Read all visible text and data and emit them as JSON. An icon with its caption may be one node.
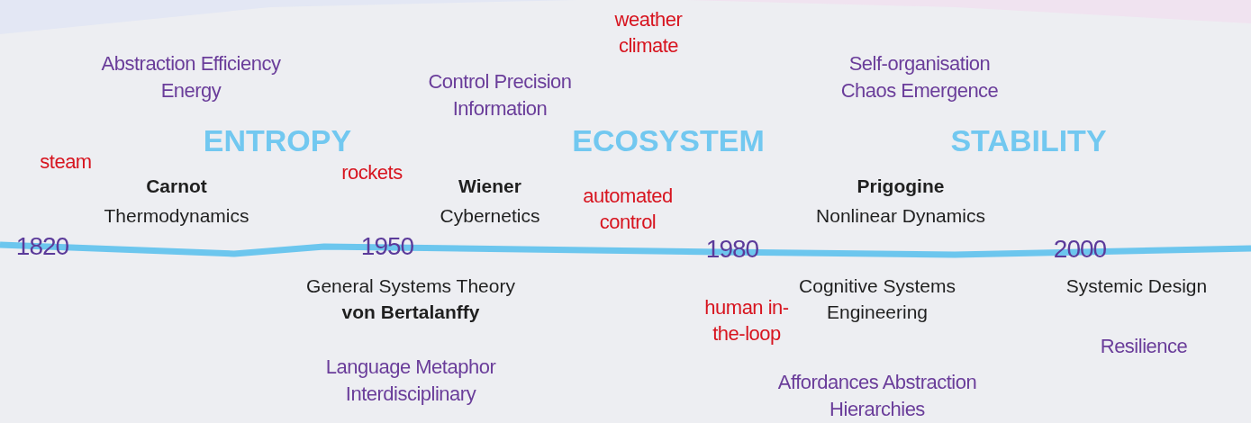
{
  "diagram": {
    "labels": [
      "weather climate",
      "Abstraction Efficiency Energy",
      "Control Precision Information",
      "Self-organisation Chaos Emergence",
      "ENTROPY",
      "ECOSYSTEM",
      "STABILITY",
      "steam",
      "rockets",
      "Carnot",
      "Wiener",
      "Prigogine",
      "automated control",
      "Thermodynamics",
      "Cybernetics",
      "Nonlinear Dynamics",
      "1820",
      "1950",
      "1980",
      "2000",
      "General Systems Theory",
      "Cognitive Systems Engineering",
      "Systemic Design",
      "von Bertalanffy",
      "human in-the-loop",
      "Resilience",
      "Language Metaphor Interdisciplinary",
      "Affordances Abstraction Hierarchies"
    ]
  }
}
